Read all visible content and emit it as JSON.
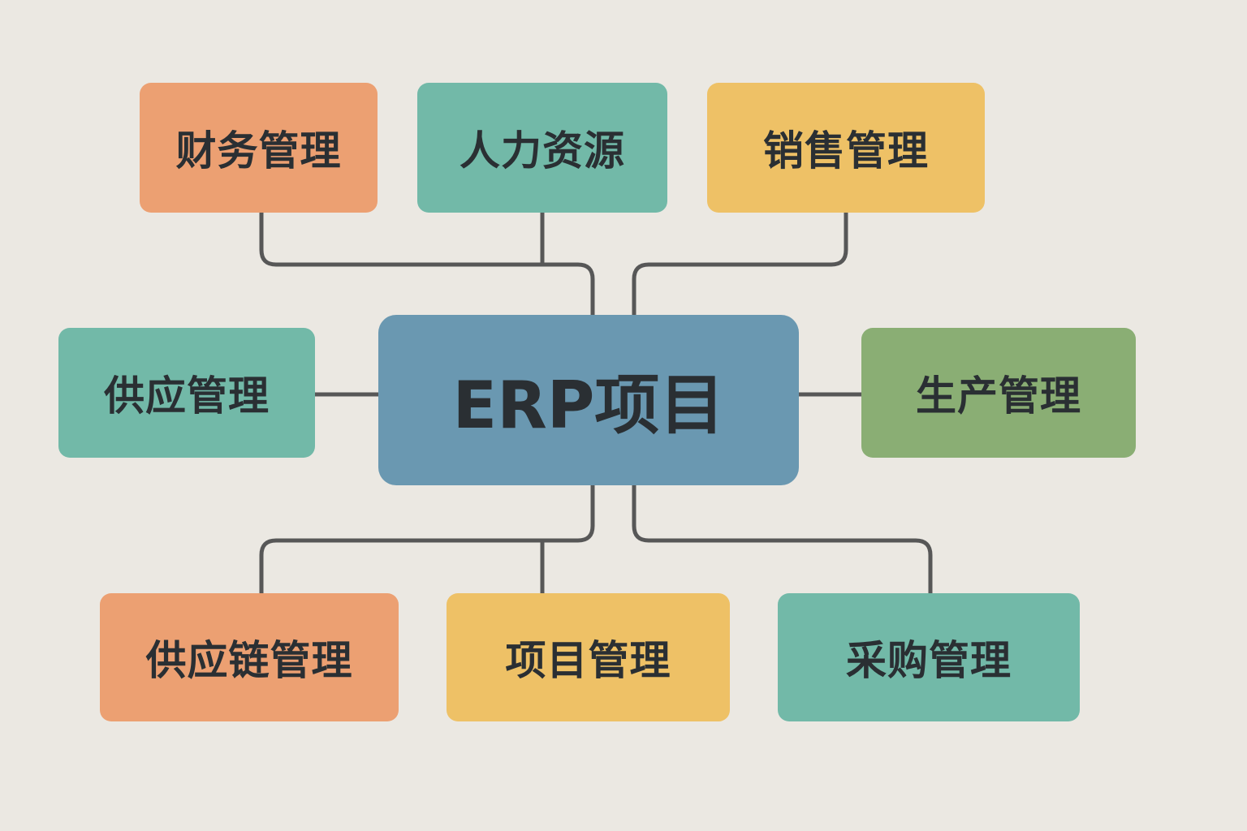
{
  "diagram": {
    "type": "mind-map",
    "center": {
      "id": "center",
      "label": "ERP项目",
      "color": "#6a98b1"
    },
    "nodes": [
      {
        "id": "fin",
        "label": "财务管理",
        "color": "#eca072"
      },
      {
        "id": "hr",
        "label": "人力资源",
        "color": "#72b9a8"
      },
      {
        "id": "sales",
        "label": "销售管理",
        "color": "#eec166"
      },
      {
        "id": "supply",
        "label": "供应管理",
        "color": "#72b9a8"
      },
      {
        "id": "prod",
        "label": "生产管理",
        "color": "#8aae74"
      },
      {
        "id": "scm",
        "label": "供应链管理",
        "color": "#eca072"
      },
      {
        "id": "pm",
        "label": "项目管理",
        "color": "#eec166"
      },
      {
        "id": "purch",
        "label": "采购管理",
        "color": "#72b9a8"
      }
    ],
    "edges": [
      {
        "from": "center",
        "to": "fin"
      },
      {
        "from": "center",
        "to": "hr"
      },
      {
        "from": "center",
        "to": "sales"
      },
      {
        "from": "center",
        "to": "supply"
      },
      {
        "from": "center",
        "to": "prod"
      },
      {
        "from": "center",
        "to": "scm"
      },
      {
        "from": "center",
        "to": "pm"
      },
      {
        "from": "center",
        "to": "purch"
      }
    ],
    "connector_color": "#575757",
    "background_color": "#ebe8e2"
  }
}
